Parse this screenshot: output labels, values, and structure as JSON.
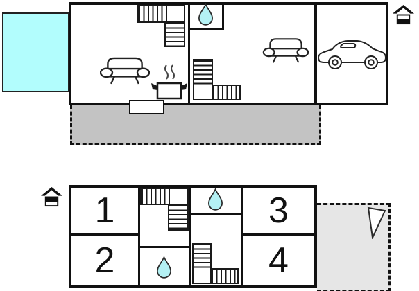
{
  "meta": {
    "title": "Two-level holiday house floor plan"
  },
  "colors": {
    "wall": "#111111",
    "pool_fill": "#b2fdfd",
    "water_drop_fill": "#b4f1f4",
    "terrace_fill": "#c3c3c3",
    "patio_fill": "#e6e6e6"
  },
  "ground_floor": {
    "icons": [
      "staircase",
      "water-drop",
      "sofa",
      "steaming-pot",
      "entrance-door",
      "sofa",
      "car",
      "pool",
      "terrace",
      "floor-level-indicator-ground"
    ]
  },
  "upper_floor": {
    "rooms": [
      {
        "number": "1"
      },
      {
        "number": "2"
      },
      {
        "number": "3"
      },
      {
        "number": "4"
      }
    ],
    "icons": [
      "staircase",
      "water-drop",
      "water-drop",
      "balcony-marker",
      "floor-level-indicator-upper"
    ]
  }
}
